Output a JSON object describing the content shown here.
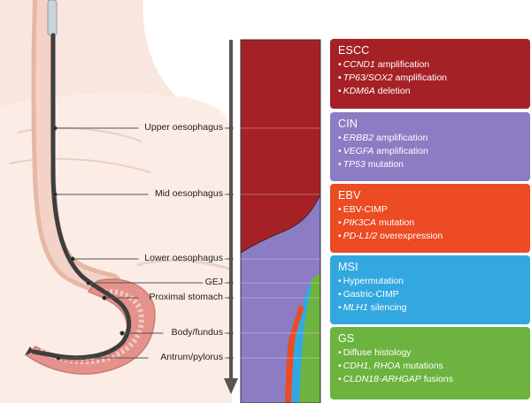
{
  "sites": [
    {
      "key": "upper",
      "label": "Upper oesophagus"
    },
    {
      "key": "mid",
      "label": "Mid oesophagus"
    },
    {
      "key": "lower",
      "label": "Lower oesophagus"
    },
    {
      "key": "gej",
      "label": "GEJ"
    },
    {
      "key": "proximal",
      "label": "Proximal stomach"
    },
    {
      "key": "body",
      "label": "Body/fundus"
    },
    {
      "key": "antrum",
      "label": "Antrum/pylorus"
    }
  ],
  "panels": [
    {
      "key": "escc",
      "title": "ESCC",
      "color": "#a52126",
      "items": [
        [
          {
            "t": "CCND1",
            "i": true
          },
          {
            "t": " amplification",
            "i": false
          }
        ],
        [
          {
            "t": "TP63/SOX2",
            "i": true
          },
          {
            "t": " amplification",
            "i": false
          }
        ],
        [
          {
            "t": "KDM6A",
            "i": true
          },
          {
            "t": " deletion",
            "i": false
          }
        ]
      ]
    },
    {
      "key": "cin",
      "title": "CIN",
      "color": "#8b7cc3",
      "items": [
        [
          {
            "t": "ERBB2",
            "i": true
          },
          {
            "t": " amplification",
            "i": false
          }
        ],
        [
          {
            "t": "VEGFA",
            "i": true
          },
          {
            "t": " amplification",
            "i": false
          }
        ],
        [
          {
            "t": "TP53",
            "i": true
          },
          {
            "t": " mutation",
            "i": false
          }
        ]
      ]
    },
    {
      "key": "ebv",
      "title": "EBV",
      "color": "#ec4b23",
      "items": [
        [
          {
            "t": "EBV-CIMP",
            "i": false
          }
        ],
        [
          {
            "t": "PIK3CA",
            "i": true
          },
          {
            "t": " mutation",
            "i": false
          }
        ],
        [
          {
            "t": "PD-L1/2",
            "i": true
          },
          {
            "t": " overexpression",
            "i": false
          }
        ]
      ]
    },
    {
      "key": "msi",
      "title": "MSI",
      "color": "#33a8e0",
      "items": [
        [
          {
            "t": "Hypermutation",
            "i": false
          }
        ],
        [
          {
            "t": "Gastric-CIMP",
            "i": false
          }
        ],
        [
          {
            "t": "MLH1",
            "i": true
          },
          {
            "t": " silencing",
            "i": false
          }
        ]
      ]
    },
    {
      "key": "gs",
      "title": "GS",
      "color": "#6db33f",
      "items": [
        [
          {
            "t": "Diffuse histology",
            "i": false
          }
        ],
        [
          {
            "t": "CDH1",
            "i": true
          },
          {
            "t": ", ",
            "i": false
          },
          {
            "t": "RHOA",
            "i": true
          },
          {
            "t": " mutations",
            "i": false
          }
        ],
        [
          {
            "t": "CLDN18-ARHGAP",
            "i": true
          },
          {
            "t": " fusions",
            "i": false
          }
        ]
      ]
    }
  ],
  "bullet": "•",
  "colors": {
    "escc": "#a52126",
    "cin": "#8b7cc3",
    "ebv": "#ec4b23",
    "msi": "#33a8e0",
    "gs": "#6db33f",
    "tissue": "#f2c9b8",
    "stomach": "#e79a94",
    "stomach_inner": "#f4c3bc",
    "endoscope": "#4a4a4a",
    "axis": "#555555"
  },
  "icons": [
    "down-arrow-icon",
    "endoscope-icon"
  ]
}
